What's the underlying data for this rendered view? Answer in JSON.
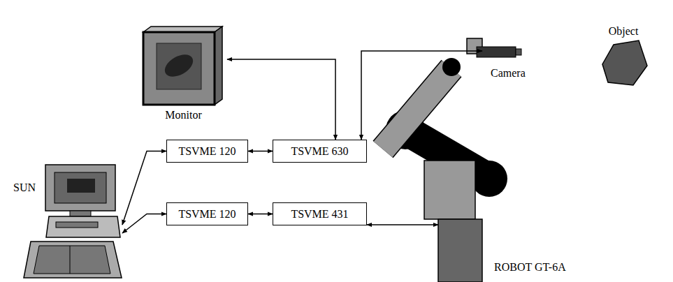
{
  "diagram": {
    "nodes": [
      {
        "text": [
          "Monitor"
        ]
      },
      {
        "text": [
          "Camera"
        ]
      },
      {
        "text": [
          "Object"
        ]
      },
      {
        "text": [
          "SUN"
        ]
      },
      {
        "text": [
          "TSVME 120"
        ]
      },
      {
        "text": [
          "TSVME 630"
        ]
      },
      {
        "text": [
          "TSVME 120"
        ]
      },
      {
        "text": [
          "TSVME 431"
        ]
      },
      {
        "text": [
          "ROBOT GT-6A"
        ]
      }
    ],
    "edges": [
      {
        "from": 3,
        "to": 4,
        "arrow": "both"
      },
      {
        "from": 4,
        "to": 5,
        "arrow": "both"
      },
      {
        "from": 5,
        "to": 0,
        "arrow": "both"
      },
      {
        "from": 5,
        "to": 1,
        "arrow": "both"
      },
      {
        "from": 3,
        "to": 6,
        "arrow": "both"
      },
      {
        "from": 6,
        "to": 7,
        "arrow": "both"
      },
      {
        "from": 7,
        "to": 8,
        "arrow": "both"
      }
    ]
  }
}
